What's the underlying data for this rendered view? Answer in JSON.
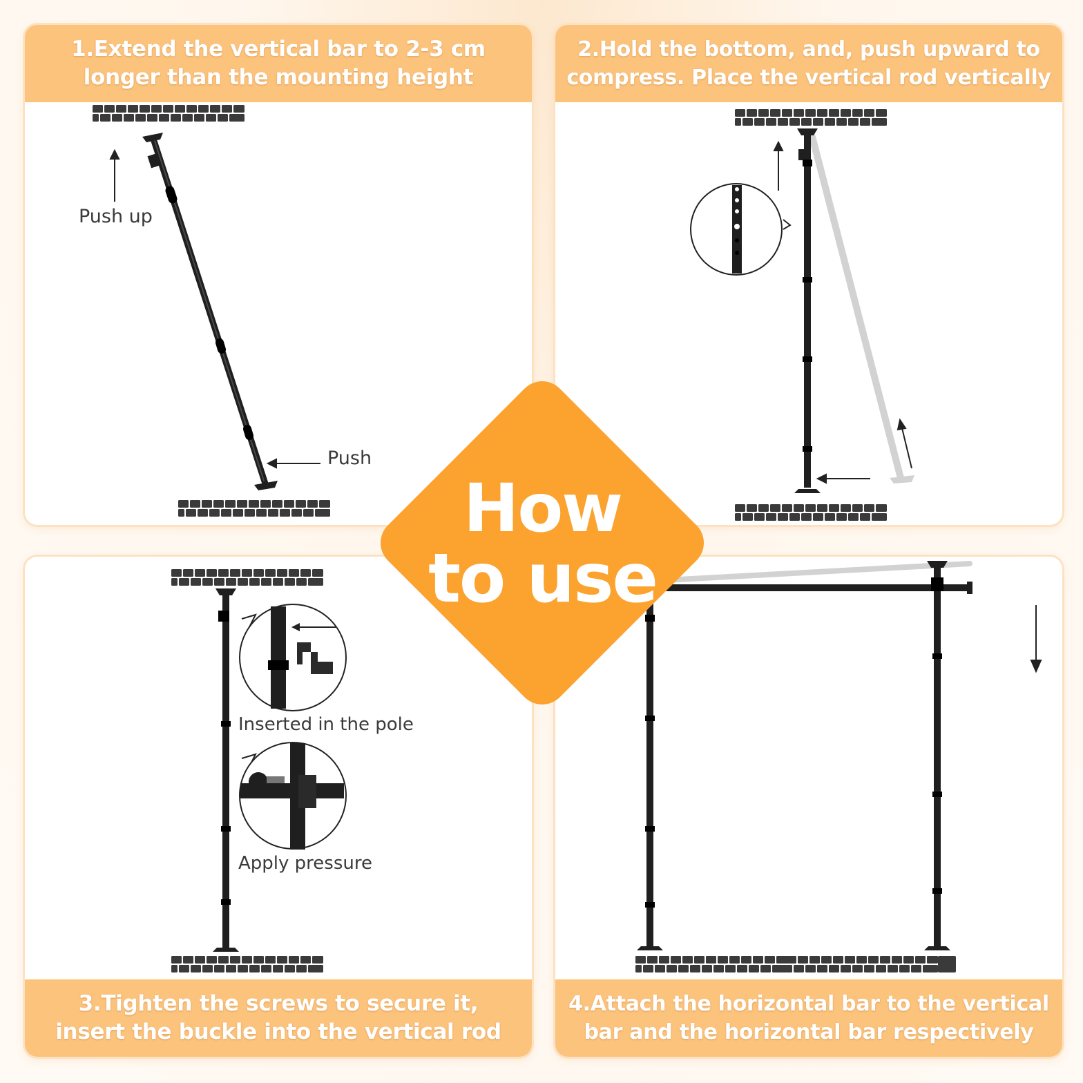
{
  "steps": [
    {
      "caption_lines": [
        "1.Extend the vertical bar to 2-3 cm",
        "longer than the mounting height"
      ],
      "labels": {
        "push_up": "Push up",
        "push": "Push"
      }
    },
    {
      "caption_lines": [
        "2.Hold the bottom, and, push upward to",
        "compress. Place the vertical rod vertically"
      ]
    },
    {
      "caption_lines": [
        "3.Tighten the screws to secure it,",
        "insert the buckle into the vertical rod"
      ],
      "labels": {
        "inserted": "Inserted in the pole",
        "pressure": "Apply pressure"
      }
    },
    {
      "caption_lines": [
        "4.Attach the horizontal bar to the vertical",
        "bar and the horizontal bar respectively"
      ]
    }
  ],
  "badge": {
    "line1": "How",
    "line2": "to use"
  },
  "colors": {
    "caption_bg": "#fcc37d",
    "badge": "#fba22f",
    "rod": "#1f1f1f",
    "rod_ghost": "#d2d2d2"
  },
  "icons": [
    "brick-surface-icon",
    "telescopic-rod-icon",
    "arrow-icon",
    "zoom-callout-icon",
    "screw-icon",
    "buckle-clip-icon"
  ]
}
